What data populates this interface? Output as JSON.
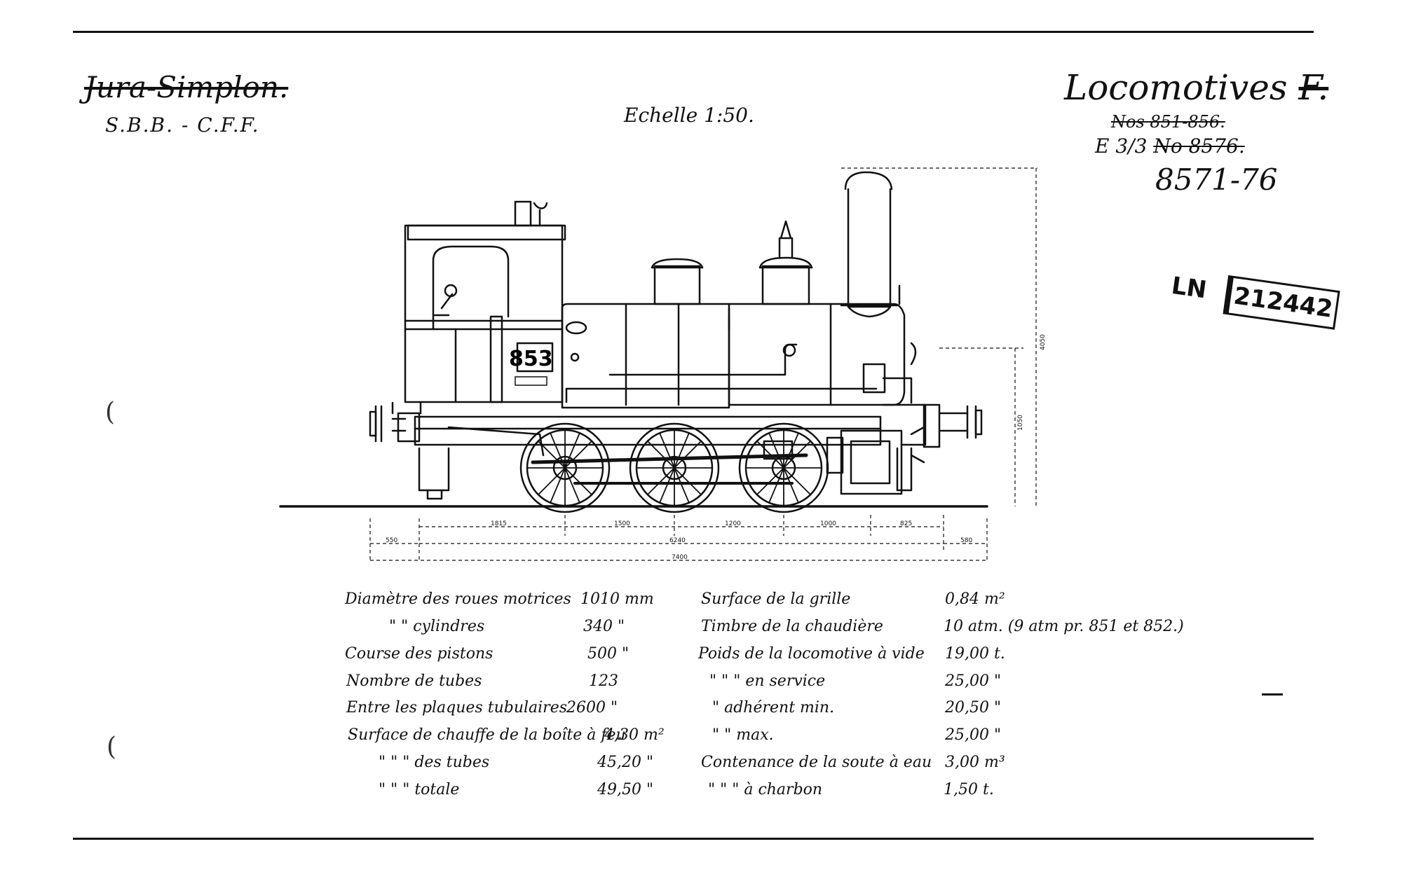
{
  "header": {
    "company": "Jura-Simplon.",
    "company_new": "S.B.B. - C.F.F.",
    "scale": "Echelle 1:50.",
    "loco_title": "Locomotives",
    "loco_title_suffix": "F.",
    "loco_old_numbers": "Nos 851-856.",
    "loco_class": "E 3/3",
    "loco_class_number": "No 8576.",
    "loco_new_numbers": "8571-76"
  },
  "stamp": {
    "label": "LN",
    "number": "212442"
  },
  "drawing": {
    "engine_number": "853",
    "dimensions": {
      "front_overhang": "1815",
      "axle_spacing_1": "1500",
      "axle_spacing_2": "1200",
      "axle_spacing_3": "1000",
      "rear_overhang": "825",
      "left_buffer": "550",
      "wheelbase_total": "6240",
      "right_buffer": "580",
      "overall_length": "7400",
      "total_height": "4050",
      "buffer_height": "1050"
    }
  },
  "specs": {
    "left": [
      {
        "label": "Diamètre des roues motrices",
        "value": "1010 mm"
      },
      {
        "label": "\"      \" cylindres",
        "value": "340 \""
      },
      {
        "label": "Course des pistons",
        "value": "500 \""
      },
      {
        "label": "Nombre de tubes",
        "value": "123"
      },
      {
        "label": "Entre les plaques tubulaires",
        "value": "2600 \""
      },
      {
        "label": "Surface de chauffe de la boîte à feu",
        "value": "4,30 m²"
      },
      {
        "label": "\"      \"      \" des tubes",
        "value": "45,20 \""
      },
      {
        "label": "\"      \"      \" totale",
        "value": "49,50 \""
      }
    ],
    "right": [
      {
        "label": "Surface de la grille",
        "value": "0,84 m²"
      },
      {
        "label": "Timbre de la chaudière",
        "value": "10 atm. (9 atm pr. 851 et 852.)"
      },
      {
        "label": "Poids de la locomotive à vide",
        "value": "19,00 t."
      },
      {
        "label": "\"      \"      \" en service",
        "value": "25,00 \""
      },
      {
        "label": "\" adhérent min.",
        "value": "20,50 \""
      },
      {
        "label": "\"      \" max.",
        "value": "25,00 \""
      },
      {
        "label": "Contenance de la soute à eau",
        "value": "3,00 m³"
      },
      {
        "label": "\"      \"      \" à charbon",
        "value": "1,50 t."
      }
    ]
  }
}
